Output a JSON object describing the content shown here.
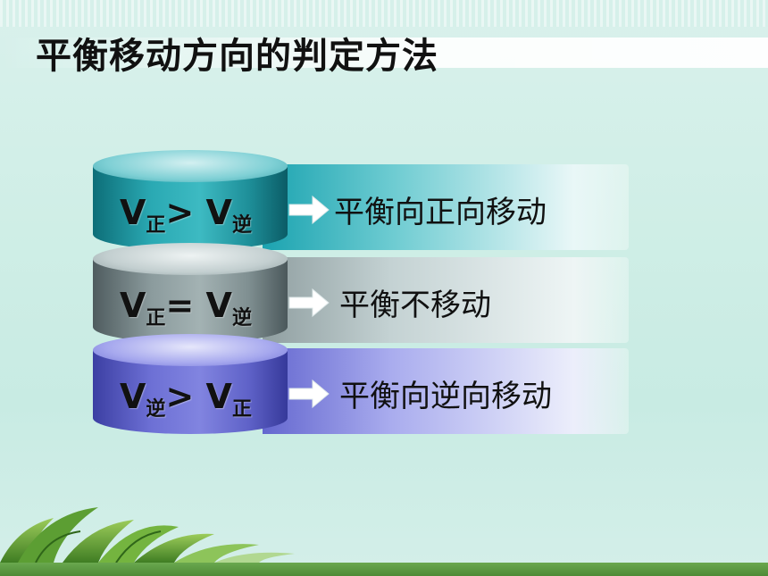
{
  "slide": {
    "title": "平衡移动方向的判定方法"
  },
  "rows": [
    {
      "v1": "V",
      "s1": "正",
      "op": ">",
      "v2": "V",
      "s2": "逆",
      "result": "平衡向正向移动",
      "color": "#1ba3b0"
    },
    {
      "v1": "V",
      "s1": "正",
      "op": "=",
      "v2": "V",
      "s2": "逆",
      "result": "平衡不移动",
      "color": "#8f9ea0"
    },
    {
      "v1": "V",
      "s1": "逆",
      "op": ">",
      "v2": "V",
      "s2": "正",
      "result": "平衡向逆向移动",
      "color": "#6467cf"
    }
  ],
  "icons": {
    "arrow": "right-arrow-icon",
    "decoration": "grass-leaves"
  },
  "colors": {
    "background": "#d4efe9",
    "bottom_bar": "#5a9a40"
  }
}
